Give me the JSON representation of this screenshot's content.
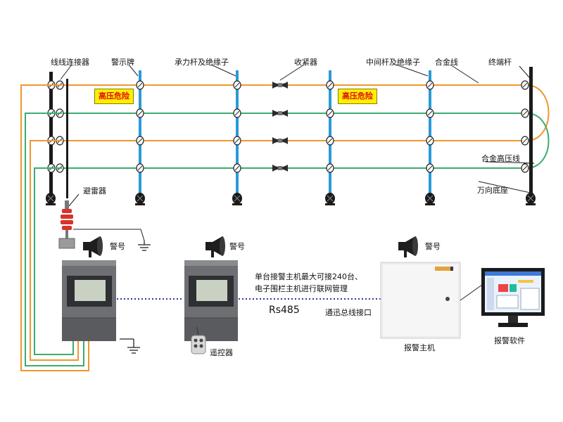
{
  "labels": {
    "wire_connector": "线线连接器",
    "warning_sign": "警示牌",
    "support_pole_insulator": "承力杆及绝缘子",
    "tensioner": "收紧器",
    "middle_pole_insulator": "中间杆及绝缘子",
    "alloy_wire": "合金线",
    "end_pole": "终端杆",
    "alloy_hv_wire": "合金高压线",
    "universal_base": "万向底座",
    "lightning_arrester": "避雷器",
    "siren_1": "警号",
    "siren_2": "警号",
    "siren_3": "警号",
    "remote_control": "遥控器",
    "alarm_host": "报警主机",
    "alarm_software": "报警软件",
    "bus_interface": "通迅总线接口"
  },
  "warning_sign_text": "高压危险",
  "network_note": [
    "单台接警主机最大可接240台、",
    "电子围栏主机进行联网管理"
  ],
  "protocol": "Rs485",
  "colors": {
    "orange_wire": "#f0962e",
    "green_wire": "#3cac6e",
    "pole_blue": "#2a9ad8",
    "pole_black": "#1a1a1a",
    "arrester_red": "#d9322a",
    "warning_bg": "#ffef00",
    "warning_text": "#e11212"
  }
}
